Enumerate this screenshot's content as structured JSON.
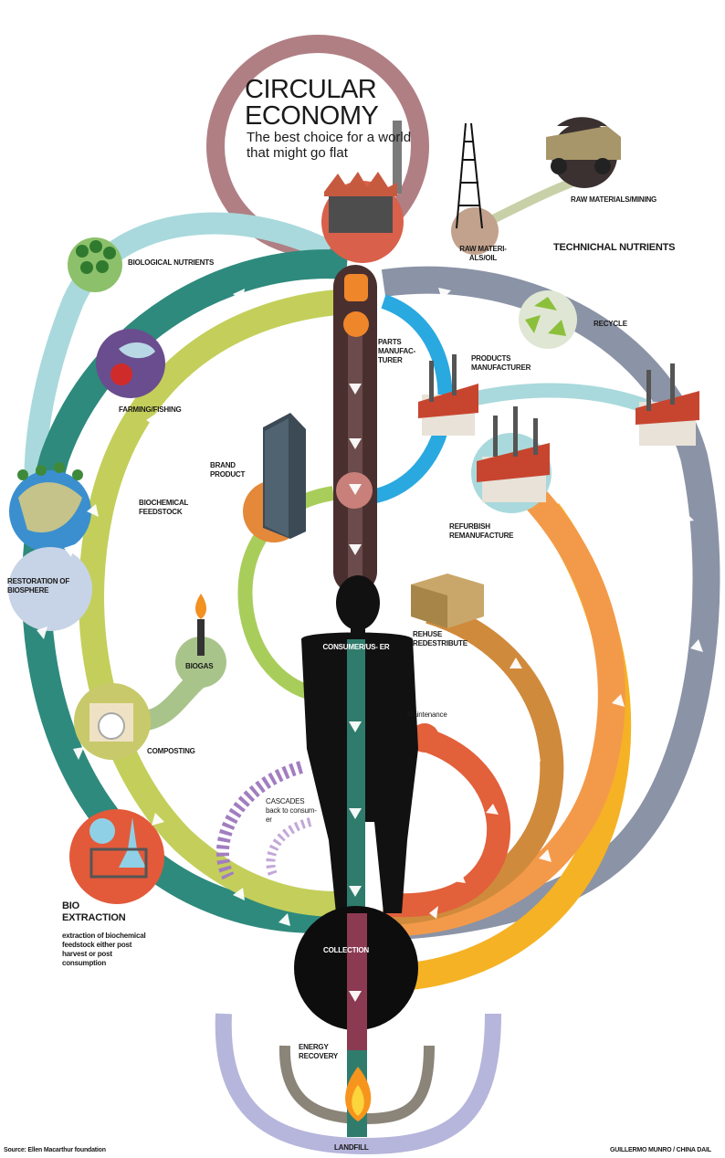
{
  "title": "CIRCULAR ECONOMY",
  "subtitle": "The best choice for a world that might go flat",
  "labels": {
    "raw_materials_mining": "RAW MATERIALS/MINING",
    "technical_nutrients": "TECHNICHAL NUTRIENTS",
    "raw_materials_oil": "RAW MATERI- ALS/OIL",
    "biological_nutrients": "BIOLOGICAL NUTRIENTS",
    "recycle": "RECYCLE",
    "parts_manufacturer": "PARTS MANUFAC- TURER",
    "products_manufacturer": "PRODUCTS MANUFACTURER",
    "farming_fishing": "FARMING/FISHING",
    "brand_product": "BRAND PRODUCT",
    "biochemical_feedstock": "BIOCHEMICAL FEEDSTOCK",
    "refurbish": "REFURBISH REMANUFACTURE",
    "restoration": "RESTORATION OF BIOSPHERE",
    "rehuse": "REHUSE REDESTRIBUTE",
    "consumer": "CONSUMER/US- ER",
    "biogas": "BIOGAS",
    "maintenance": "Maintenance",
    "composting": "COMPOSTING",
    "cascades": "CASCADES back to consum- er",
    "bio_extraction": "BIO EXTRACTION",
    "bio_extraction_desc": "extraction of biochemical feedstock either post harvest or post consumption",
    "collection": "COLLECTION",
    "energy_recovery": "ENERGY RECOVERY",
    "landfill": "LANDFILL"
  },
  "footer": {
    "source": "Source: Ellen Macarthur foundation",
    "credit": "GUILLERMO MUNRO / CHINA DAIL"
  },
  "colors": {
    "mauve_ring": "#b07f84",
    "light_cyan": "#a9d9dc",
    "teal": "#2e8a7c",
    "yellow_green": "#c3cf5a",
    "lime": "#a9cd5b",
    "gray_blue": "#8b93a6",
    "sky_blue": "#2aa9e0",
    "orange": "#f39a4a",
    "gold": "#f5b224",
    "tan_orange": "#d08a3c",
    "burnt_orange": "#e2603a",
    "purple_dash": "#a27ec0",
    "lavender": "#b6b5db",
    "dark_shaft": "#4a2f2f",
    "mauve_shaft": "#8c3952"
  }
}
